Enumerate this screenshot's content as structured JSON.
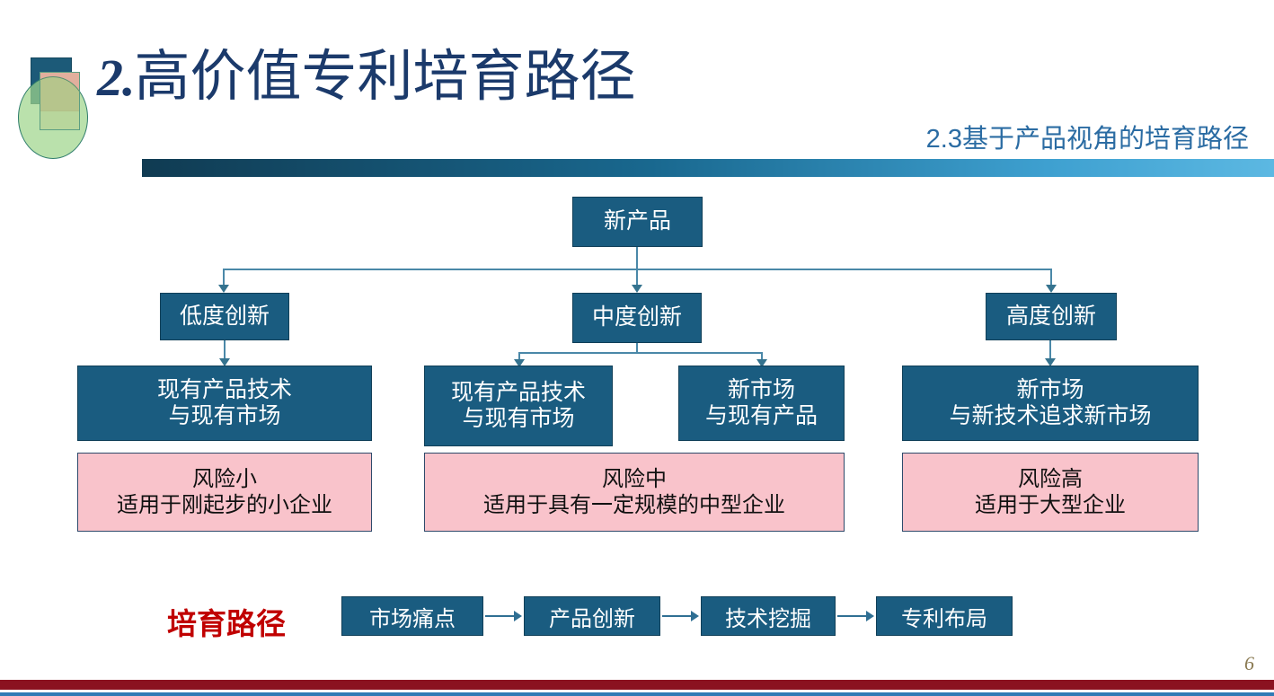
{
  "header": {
    "number": "2.",
    "title_cn": "高价值专利培育路径",
    "subtitle": "2.3基于产品视角的培育路径"
  },
  "diagram": {
    "root": {
      "label": "新产品"
    },
    "level1": [
      {
        "label": "低度创新"
      },
      {
        "label": "中度创新"
      },
      {
        "label": "高度创新"
      }
    ],
    "level2": [
      {
        "line1": "现有产品技术",
        "line2": "与现有市场"
      },
      {
        "line1": "现有产品技术",
        "line2": "与现有市场"
      },
      {
        "line1": "新市场",
        "line2": "与现有产品"
      },
      {
        "line1": "新市场",
        "line2": "与新技术追求新市场"
      }
    ],
    "risks": [
      {
        "line1": "风险小",
        "line2": "适用于刚起步的小企业"
      },
      {
        "line1": "风险中",
        "line2": "适用于具有一定规模的中型企业"
      },
      {
        "line1": "风险高",
        "line2": "适用于大型企业"
      }
    ]
  },
  "path": {
    "label": "培育路径",
    "steps": [
      {
        "label": "市场痛点"
      },
      {
        "label": "产品创新"
      },
      {
        "label": "技术挖掘"
      },
      {
        "label": "专利布局"
      }
    ]
  },
  "footer": {
    "page_number": "6"
  },
  "colors": {
    "node_fill": "#1a5c80",
    "risk_fill": "#f9c3cb",
    "title": "#1b3a6b",
    "subtitle": "#2b6ca3",
    "path_label": "#c00000",
    "footer_red": "#8b1220",
    "footer_blue": "#2e7ab5"
  }
}
